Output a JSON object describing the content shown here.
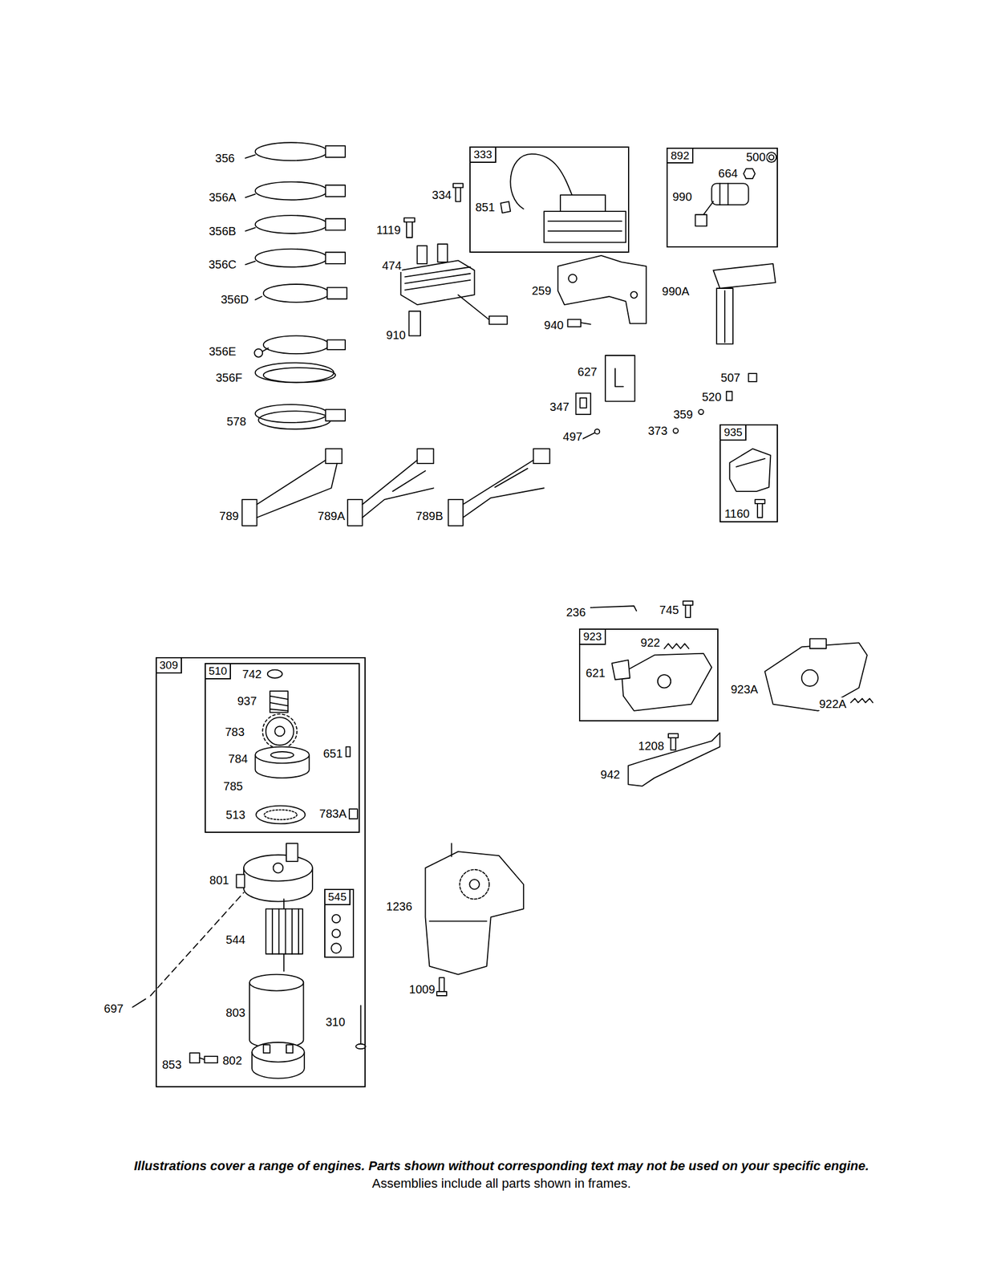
{
  "diagram": {
    "nodes": [
      {
        "text": [
          "333"
        ]
      },
      {
        "text": [
          "892"
        ]
      },
      {
        "text": [
          "935"
        ]
      },
      {
        "text": [
          "923"
        ]
      },
      {
        "text": [
          "309"
        ]
      },
      {
        "text": [
          "510"
        ],
        "in": 4
      },
      {
        "text": [
          "545"
        ],
        "in": 4
      }
    ],
    "labels": [
      "356",
      "356A",
      "356B",
      "356C",
      "356D",
      "356E",
      "356F",
      "578",
      "789",
      "789A",
      "789B",
      "1119",
      "474",
      "910",
      "334",
      "851",
      "259",
      "940",
      "627",
      "347",
      "497",
      "500",
      "664",
      "990",
      "990A",
      "507",
      "520",
      "359",
      "373",
      "1160",
      "236",
      "745",
      "922",
      "621",
      "923A",
      "922A",
      "1208",
      "942",
      "742",
      "937",
      "783",
      "784",
      "785",
      "513",
      "651",
      "783A",
      "801",
      "544",
      "803",
      "802",
      "310",
      "697",
      "853",
      "1236",
      "1009",
      "Illustrations cover a range of engines. Parts shown without corresponding text may not be used on your specific engine.",
      "Assemblies include all parts shown in frames."
    ]
  }
}
